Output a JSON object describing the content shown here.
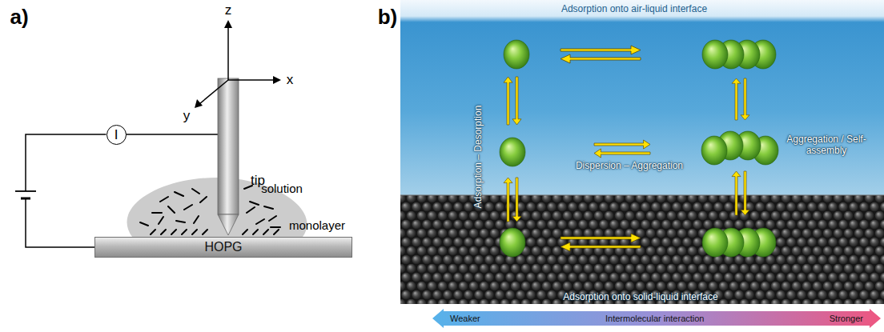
{
  "diagram": {
    "nodes": [
      {
        "text": [
          "I"
        ]
      },
      {
        "text": [
          "HOPG"
        ]
      },
      {
        "text": [
          "Weaker",
          "Intermolecular interaction",
          "Stronger"
        ]
      }
    ],
    "edges": [
      {
        "from": 0,
        "to": 1,
        "arrow": "none"
      }
    ],
    "labels": [
      "a)",
      "z",
      "x",
      "y",
      "tip",
      "solution",
      "monolayer",
      "b)",
      "Adsorption onto air-liquid interface",
      "Adsorption – Desorption",
      "Dispersion – Aggregation",
      "Aggregation / Self-assembly",
      "Adsorption onto solid-liquid interface"
    ]
  }
}
